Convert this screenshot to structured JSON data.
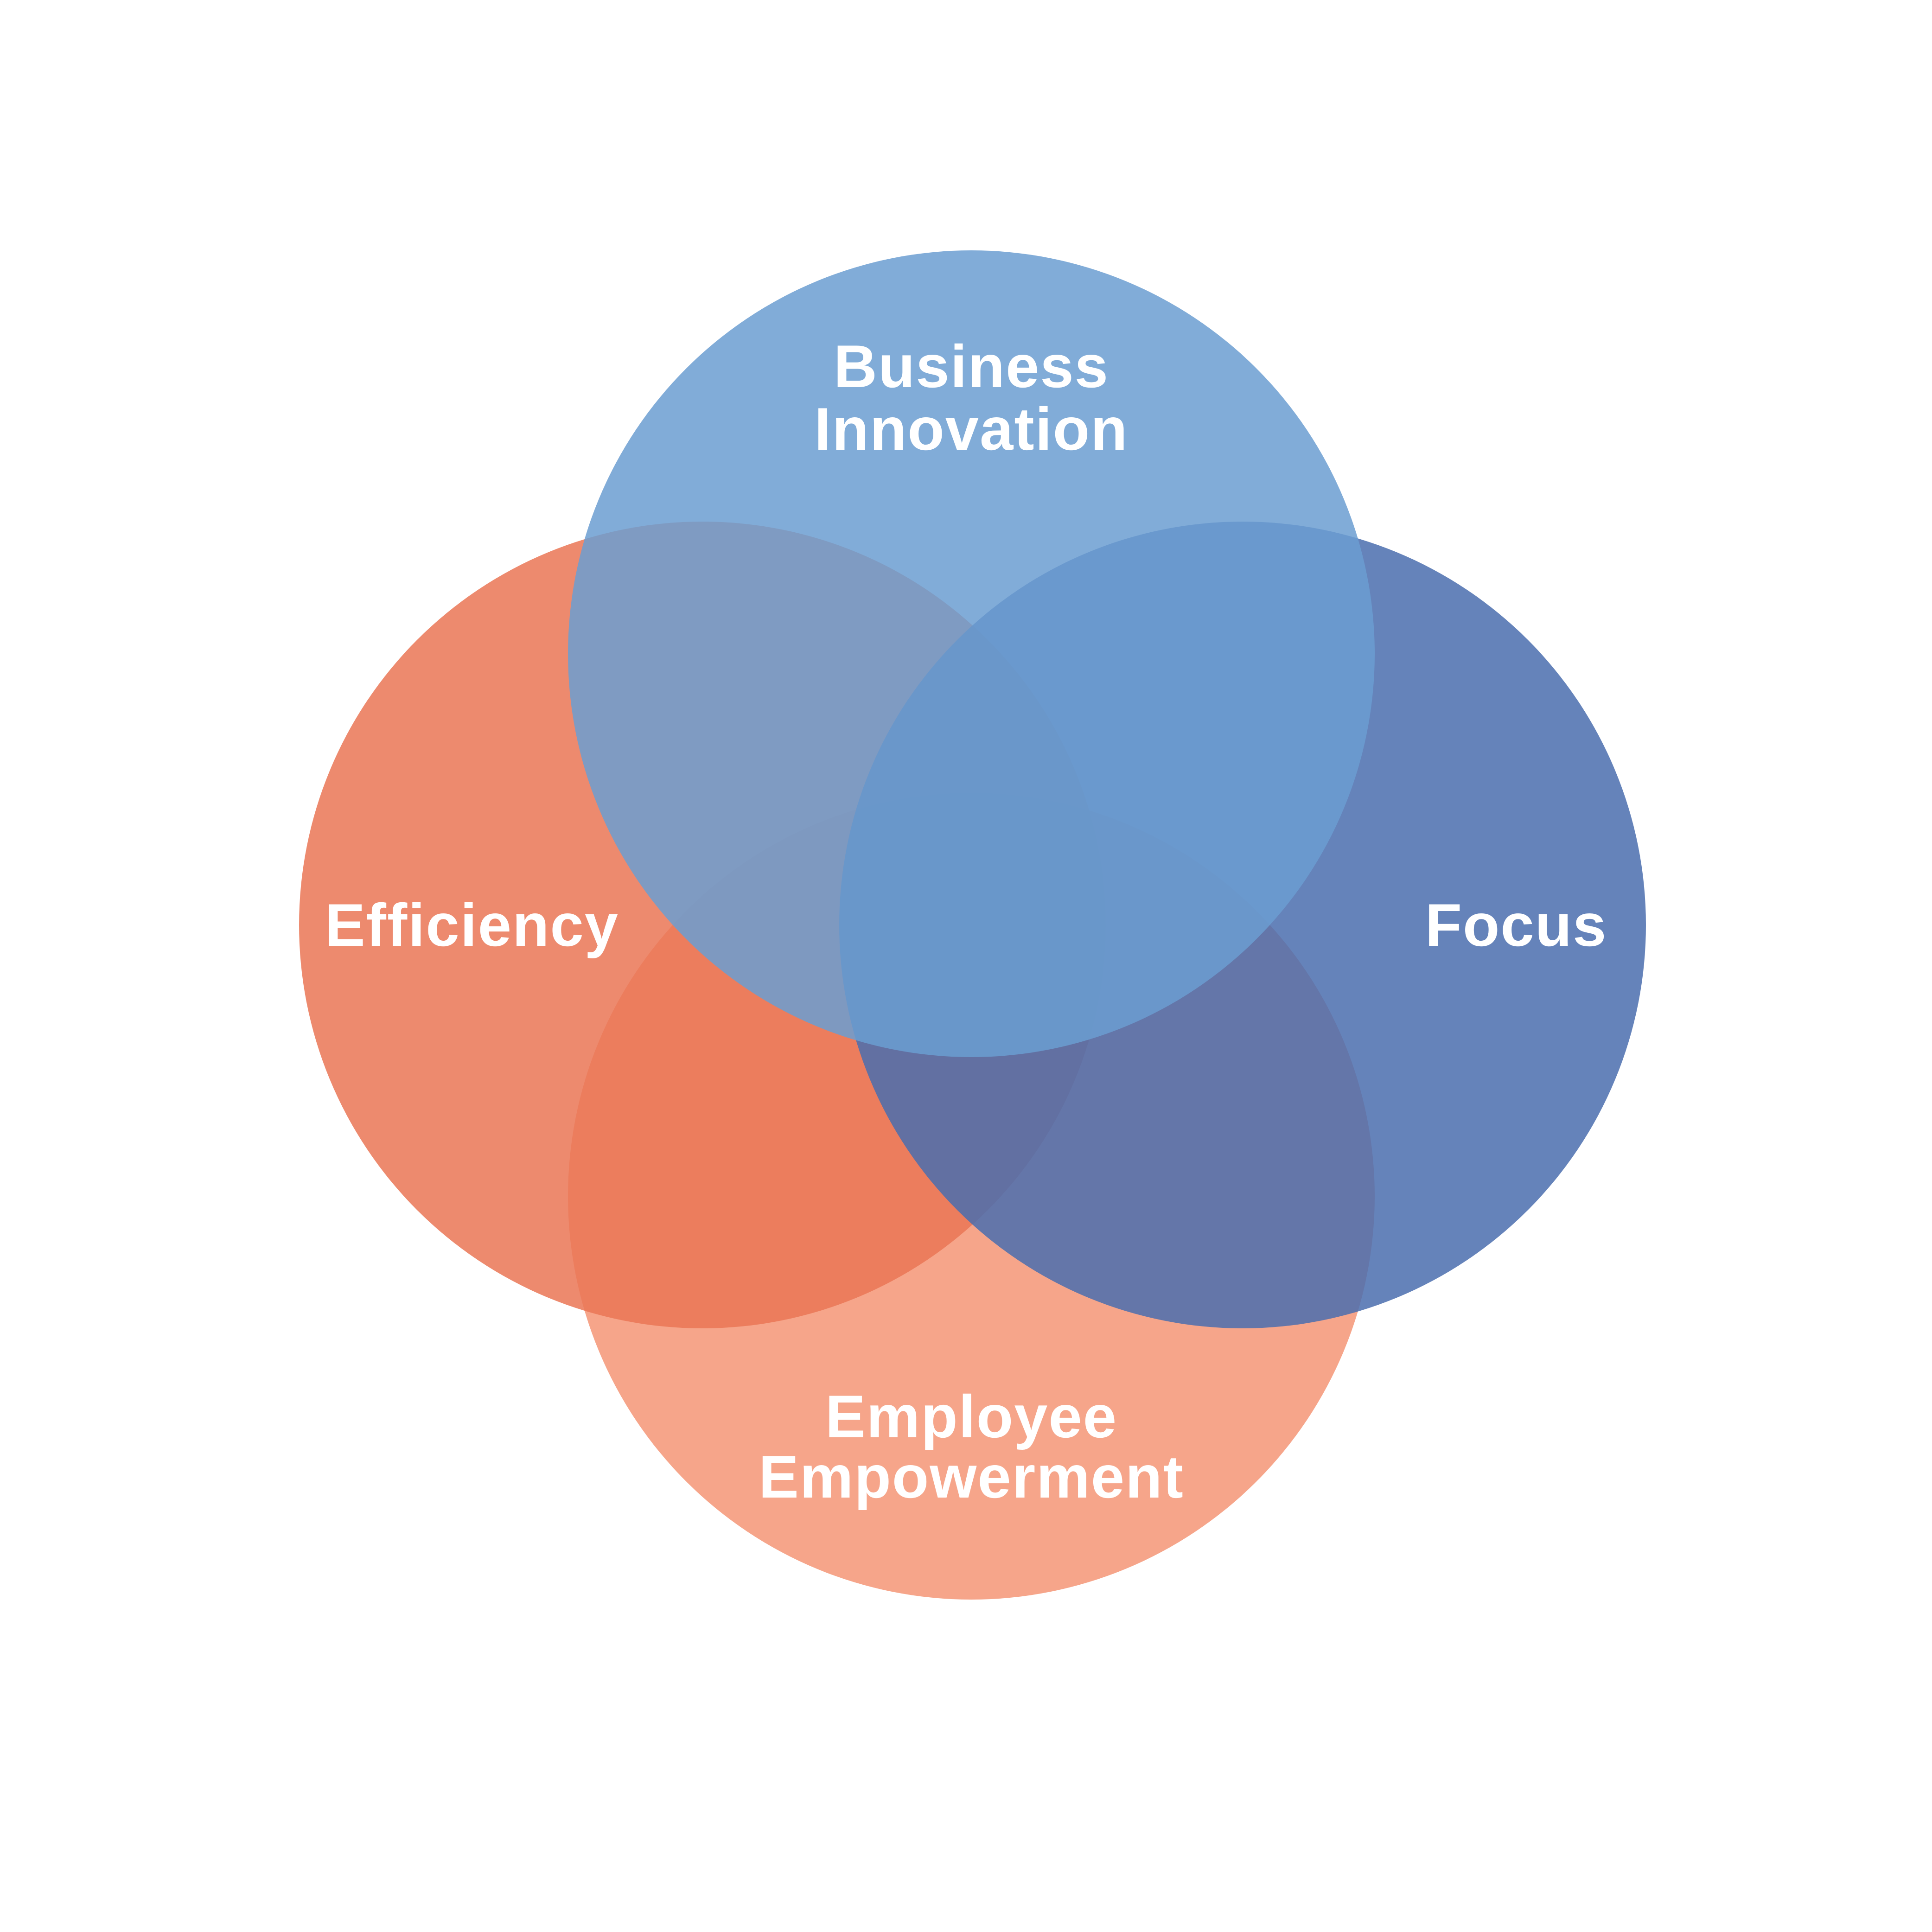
{
  "diagram": {
    "sets": [
      {
        "id": "business-innovation",
        "label_lines": [
          "Business",
          "Innovation"
        ],
        "color": "#6b9dd1"
      },
      {
        "id": "efficiency",
        "label_lines": [
          "Efficiency"
        ],
        "color": "#ea7655"
      },
      {
        "id": "focus",
        "label_lines": [
          "Focus"
        ],
        "color": "#4a6dae"
      },
      {
        "id": "employee-empowerment",
        "label_lines": [
          "Employee",
          "Empowerment"
        ],
        "color": "#f59576"
      }
    ],
    "label_color": "#ffffff"
  }
}
